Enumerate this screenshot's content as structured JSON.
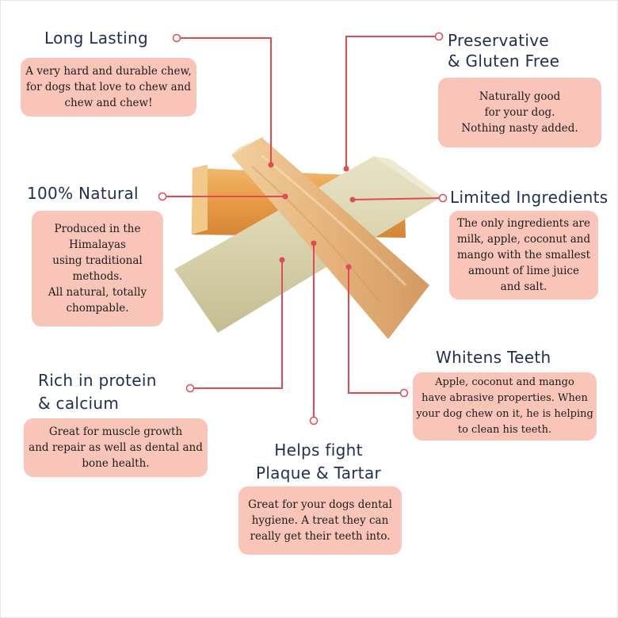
{
  "colors": {
    "connector": "#e04b5a",
    "bubble": "#f8c5b8",
    "heading": "#1f2f4d"
  },
  "features": {
    "long_lasting": {
      "title": [
        "Long Lasting"
      ],
      "body": [
        "A very hard and durable chew,",
        "for dogs that love to chew and",
        "chew and chew!"
      ]
    },
    "preservative": {
      "title": [
        "Preservative",
        "& Gluten Free"
      ],
      "body": [
        "Naturally good",
        "for your dog.",
        "Nothing nasty added."
      ]
    },
    "natural": {
      "title": [
        "100% Natural"
      ],
      "body": [
        "Produced in the",
        "Himalayas",
        "using traditional",
        "methods.",
        "All natural, totally",
        "chompable."
      ]
    },
    "limited": {
      "title": [
        "Limited Ingredients"
      ],
      "body": [
        "The only ingredients are",
        "milk, apple, coconut and",
        "mango with the smallest",
        "amount of lime juice",
        "and salt."
      ]
    },
    "whitens": {
      "title": [
        "Whitens Teeth"
      ],
      "body": [
        "Apple, coconut and mango",
        "have abrasive properties. When",
        "your dog chew on it, he is helping",
        "to clean his teeth."
      ]
    },
    "protein": {
      "title": [
        "Rich in protein",
        "& calcium"
      ],
      "body": [
        "Great for muscle growth",
        "and repair as well as dental and",
        "bone health."
      ]
    },
    "plaque": {
      "title": [
        "Helps fight",
        "Plaque & Tartar"
      ],
      "body": [
        "Great for your dogs dental",
        "hygiene. A treat they can",
        "really get their teeth into."
      ]
    }
  }
}
